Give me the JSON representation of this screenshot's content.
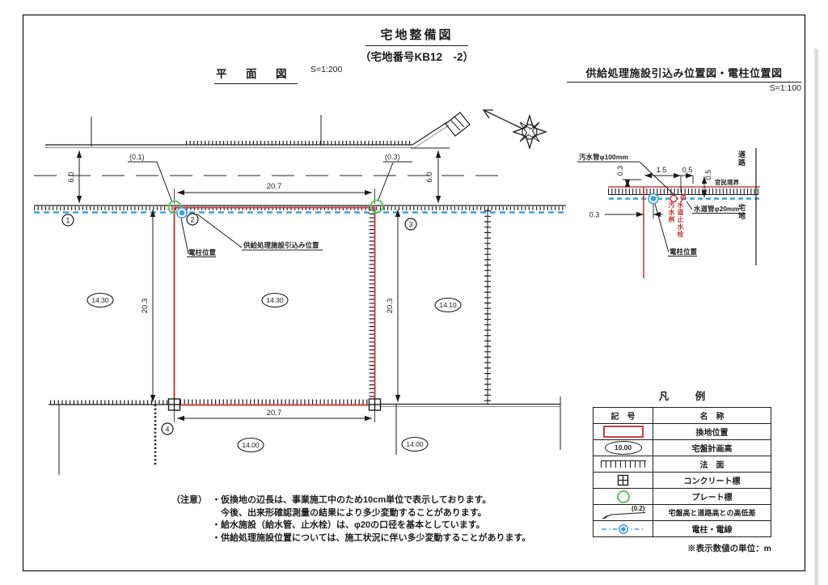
{
  "sheet": {
    "title": "宅地整備図",
    "subtitle": "（宅地番号KB12　-2）"
  },
  "plan": {
    "title": "平　面　図",
    "scale": "S=1:200",
    "dim_road_left": "6.0",
    "dim_road_right": "6.0",
    "dim_top": "20.7",
    "dim_bottom": "20.7",
    "dim_left": "20.3",
    "dim_right": "20.3",
    "offset_left": "(0.1)",
    "offset_right": "(0.3)",
    "lots": [
      "1",
      "2",
      "3",
      "4"
    ],
    "elev_lot1": "14.30",
    "elev_lot2": "14.30",
    "elev_lot3": "14.10",
    "elev_lot4a": "14.00",
    "elev_lot4b": "14.00",
    "label_pole": "電柱位置",
    "label_supply": "供給処理施設引込み位置"
  },
  "detail": {
    "title": "供給処理施設引込み位置図・電柱位置図",
    "scale": "S=1:100",
    "label_sewer": "汚水管φ100mm",
    "label_boundary": "官民境界",
    "label_water": "水道管φ20mm",
    "label_basin": "汚水桝",
    "label_valve": "水道止水栓",
    "label_pole": "電柱位置",
    "label_road": "道路",
    "label_lot": "宅地",
    "dim_offset_top": "0.3",
    "dim_spacing1": "1.5",
    "dim_spacing2": "0.5",
    "dim_depth": "0.5",
    "dim_pole_offset": "0.3"
  },
  "legend": {
    "title": "凡　例",
    "col_symbol": "記　号",
    "col_name": "名　称",
    "rows": [
      {
        "name": "換地位置"
      },
      {
        "name": "宅盤計画高",
        "symbol_text": "10.00"
      },
      {
        "name": "法　面"
      },
      {
        "name": "コンクリート標"
      },
      {
        "name": "プレート標"
      },
      {
        "name": "宅盤高と道路高との高低差",
        "symbol_text": "(0.2)"
      },
      {
        "name": "電柱・電線"
      }
    ],
    "unit_note": "※表示数値の単位：m"
  },
  "notes": {
    "heading": "（注意）",
    "lines": [
      "・仮換地の辺長は、事業施工中のため10cm単位で表示しております。",
      "　今後、出来形確認測量の結果により多少変動することがあります。",
      "・給水施設（給水管、止水栓）は、φ20の口径を基本としています。",
      "・供給処理施設位置については、施工状況に伴い多少変動することがあります。"
    ]
  },
  "colors": {
    "red": "#c84040",
    "blue": "#3f9fd8",
    "green": "#5ac95a",
    "ink": "#1c1c1c"
  }
}
